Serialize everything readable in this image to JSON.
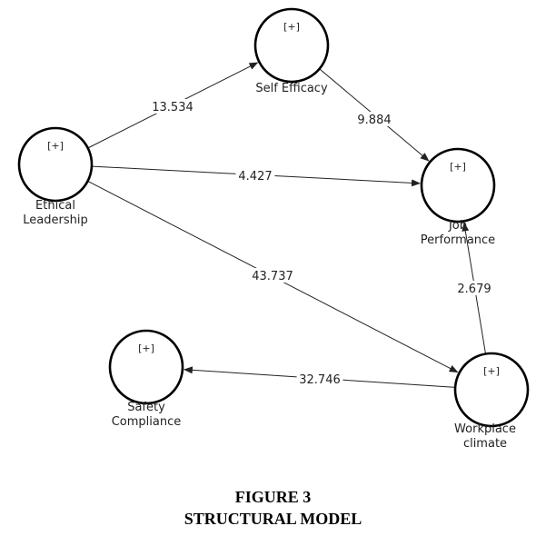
{
  "nodes": {
    "ethical_leadership": {
      "marker": "[+]",
      "label_lines": [
        "Ethical",
        "Leadership"
      ]
    },
    "self_efficacy": {
      "marker": "[+]",
      "label_lines": [
        "Self Efficacy"
      ]
    },
    "job_performance": {
      "marker": "[+]",
      "label_lines": [
        "Job",
        "Performance"
      ]
    },
    "safety_compliance": {
      "marker": "[+]",
      "label_lines": [
        "Safety",
        "Compliance"
      ]
    },
    "workplace_climate": {
      "marker": "[+]",
      "label_lines": [
        "Workplace",
        "climate"
      ]
    }
  },
  "edges": [
    {
      "from": "ethical_leadership",
      "to": "self_efficacy",
      "value": "13.534"
    },
    {
      "from": "self_efficacy",
      "to": "job_performance",
      "value": "9.884"
    },
    {
      "from": "ethical_leadership",
      "to": "job_performance",
      "value": "4.427"
    },
    {
      "from": "ethical_leadership",
      "to": "workplace_climate",
      "value": "43.737"
    },
    {
      "from": "workplace_climate",
      "to": "job_performance",
      "value": "2.679"
    },
    {
      "from": "workplace_climate",
      "to": "safety_compliance",
      "value": "32.746"
    }
  ],
  "caption": {
    "figure": "FIGURE 3",
    "title": "STRUCTURAL MODEL"
  }
}
